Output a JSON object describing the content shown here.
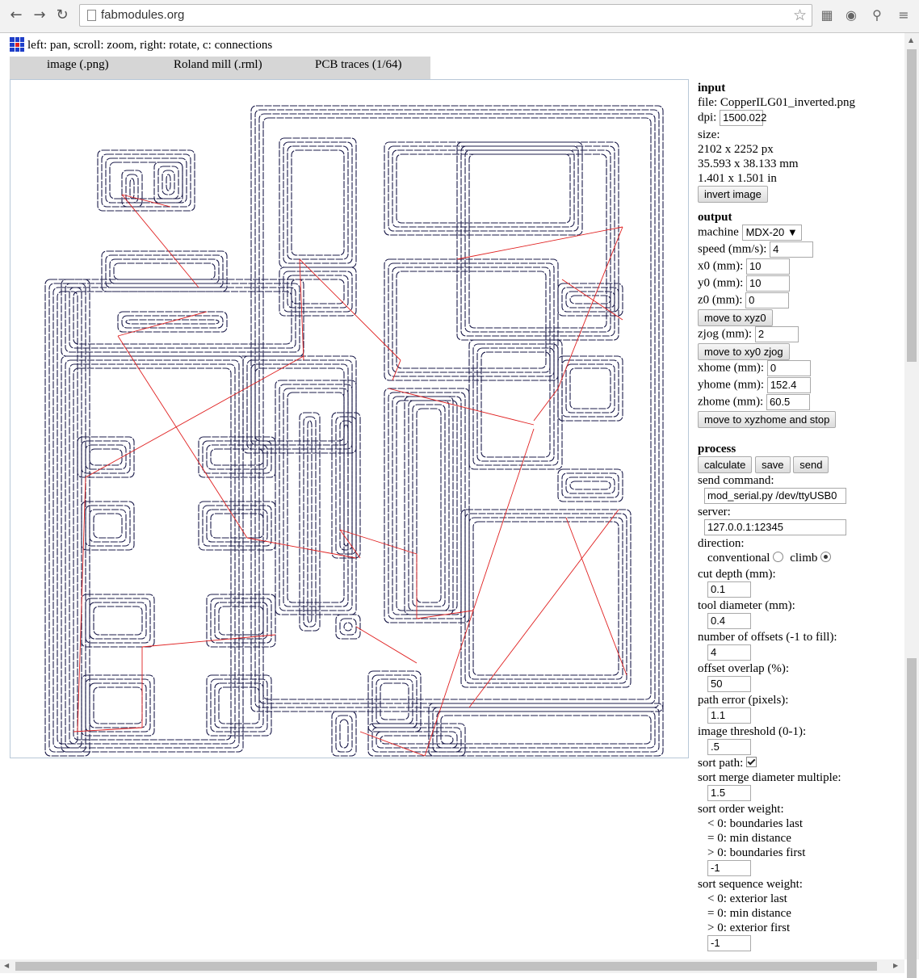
{
  "browser": {
    "url": "fabmodules.org",
    "back_icon": "arrow-left",
    "forward_icon": "arrow-right",
    "reload_icon": "reload"
  },
  "hint": "left: pan, scroll: zoom, right: rotate, c: connections",
  "tabs": [
    "image (.png)",
    "Roland mill (.rml)",
    "PCB traces (1/64)"
  ],
  "input": {
    "heading": "input",
    "file": "file: CopperILG01_inverted.png",
    "dpi_label": "dpi:",
    "dpi_value": "1500.022",
    "size_label": "size:",
    "size_px": "2102 x 2252 px",
    "size_mm": "35.593 x 38.133 mm",
    "size_in": "1.401 x 1.501 in",
    "invert_button": "invert image"
  },
  "output": {
    "heading": "output",
    "machine_label": "machine",
    "machine_value": "MDX-20",
    "speed_label": "speed (mm/s):",
    "speed_value": "4",
    "x0_label": "x0 (mm):",
    "x0_value": "10",
    "y0_label": "y0 (mm):",
    "y0_value": "10",
    "z0_label": "z0 (mm):",
    "z0_value": "0",
    "move_xyz0": "move to xyz0",
    "zjog_label": "zjog (mm):",
    "zjog_value": "2",
    "move_xy0zjog": "move to xy0 zjog",
    "xhome_label": "xhome (mm):",
    "xhome_value": "0",
    "yhome_label": "yhome (mm):",
    "yhome_value": "152.4",
    "zhome_label": "zhome (mm):",
    "zhome_value": "60.5",
    "move_home": "move to xyzhome and stop"
  },
  "process": {
    "heading": "process",
    "calculate": "calculate",
    "save": "save",
    "send": "send",
    "send_command_label": "send command:",
    "send_command_value": "mod_serial.py /dev/ttyUSB0",
    "server_label": "server:",
    "server_value": "127.0.0.1:12345",
    "direction_label": "direction:",
    "conventional": "conventional",
    "climb": "climb",
    "direction_selected": "climb",
    "cut_depth_label": "cut depth (mm):",
    "cut_depth_value": "0.1",
    "tool_diameter_label": "tool diameter (mm):",
    "tool_diameter_value": "0.4",
    "offsets_label": "number of offsets (-1 to fill):",
    "offsets_value": "4",
    "overlap_label": "offset overlap (%):",
    "overlap_value": "50",
    "path_error_label": "path error (pixels):",
    "path_error_value": "1.1",
    "threshold_label": "image threshold (0-1):",
    "threshold_value": ".5",
    "sort_path_label": "sort path:",
    "sort_path_checked": true,
    "merge_label": "sort merge diameter multiple:",
    "merge_value": "1.5",
    "order_weight_label": "sort order weight:",
    "order_lt": "< 0: boundaries last",
    "order_eq": "= 0: min distance",
    "order_gt": "> 0: boundaries first",
    "order_value": "-1",
    "seq_weight_label": "sort sequence weight:",
    "seq_lt": "< 0: exterior last",
    "seq_eq": "= 0: min distance",
    "seq_gt": "> 0: exterior first",
    "seq_value": "-1"
  },
  "colors": {
    "toolpath": "#1b1b4a",
    "connection": "#e02020",
    "tab_bg": "#d6d6d6"
  },
  "toolpath_rects": [
    [
      310,
      130,
      820,
      880
    ],
    [
      345,
      170,
      440,
      330
    ],
    [
      345,
      330,
      440,
      390
    ],
    [
      475,
      175,
      720,
      290
    ],
    [
      565,
      175,
      765,
      420
    ],
    [
      475,
      320,
      690,
      470
    ],
    [
      475,
      480,
      580,
      770
    ],
    [
      500,
      490,
      560,
      760
    ],
    [
      580,
      420,
      695,
      580
    ],
    [
      690,
      350,
      770,
      390
    ],
    [
      690,
      440,
      770,
      520
    ],
    [
      690,
      580,
      770,
      620
    ],
    [
      570,
      630,
      780,
      850
    ],
    [
      75,
      345,
      375,
      440
    ],
    [
      125,
      310,
      280,
      360
    ],
    [
      145,
      385,
      280,
      410
    ],
    [
      95,
      540,
      165,
      590
    ],
    [
      100,
      620,
      165,
      680
    ],
    [
      245,
      540,
      340,
      590
    ],
    [
      245,
      620,
      340,
      680
    ],
    [
      100,
      735,
      190,
      800
    ],
    [
      255,
      735,
      340,
      800
    ],
    [
      100,
      835,
      190,
      910
    ],
    [
      255,
      835,
      335,
      910
    ],
    [
      55,
      345,
      110,
      935
    ],
    [
      75,
      440,
      300,
      930
    ],
    [
      300,
      440,
      440,
      560
    ],
    [
      340,
      470,
      440,
      760
    ],
    [
      370,
      510,
      395,
      780
    ],
    [
      410,
      510,
      445,
      690
    ],
    [
      415,
      760,
      445,
      790
    ],
    [
      455,
      830,
      520,
      905
    ],
    [
      410,
      880,
      440,
      935
    ],
    [
      455,
      895,
      575,
      935
    ],
    [
      530,
      870,
      820,
      935
    ],
    [
      120,
      185,
      240,
      260
    ],
    [
      150,
      210,
      175,
      255
    ],
    [
      190,
      200,
      225,
      250
    ]
  ],
  "connection_lines": [
    [
      150,
      240,
      245,
      355
    ],
    [
      150,
      240,
      210,
      255
    ],
    [
      145,
      415,
      255,
      385
    ],
    [
      145,
      415,
      305,
      665
    ],
    [
      105,
      590,
      375,
      440
    ],
    [
      105,
      590,
      95,
      905
    ],
    [
      370,
      320,
      375,
      445
    ],
    [
      370,
      320,
      495,
      445
    ],
    [
      495,
      445,
      485,
      470
    ],
    [
      565,
      320,
      770,
      280
    ],
    [
      770,
      280,
      690,
      480
    ],
    [
      690,
      480,
      660,
      520
    ],
    [
      480,
      480,
      660,
      525
    ],
    [
      695,
      345,
      770,
      395
    ],
    [
      420,
      655,
      515,
      685
    ],
    [
      420,
      655,
      445,
      690
    ],
    [
      305,
      665,
      440,
      690
    ],
    [
      515,
      685,
      515,
      765
    ],
    [
      515,
      765,
      585,
      755
    ],
    [
      440,
      775,
      515,
      820
    ],
    [
      765,
      630,
      580,
      875
    ],
    [
      700,
      640,
      775,
      835
    ],
    [
      660,
      530,
      525,
      935
    ],
    [
      525,
      935,
      445,
      905
    ],
    [
      175,
      800,
      340,
      785
    ],
    [
      175,
      800,
      175,
      900
    ],
    [
      90,
      905,
      175,
      900
    ]
  ]
}
